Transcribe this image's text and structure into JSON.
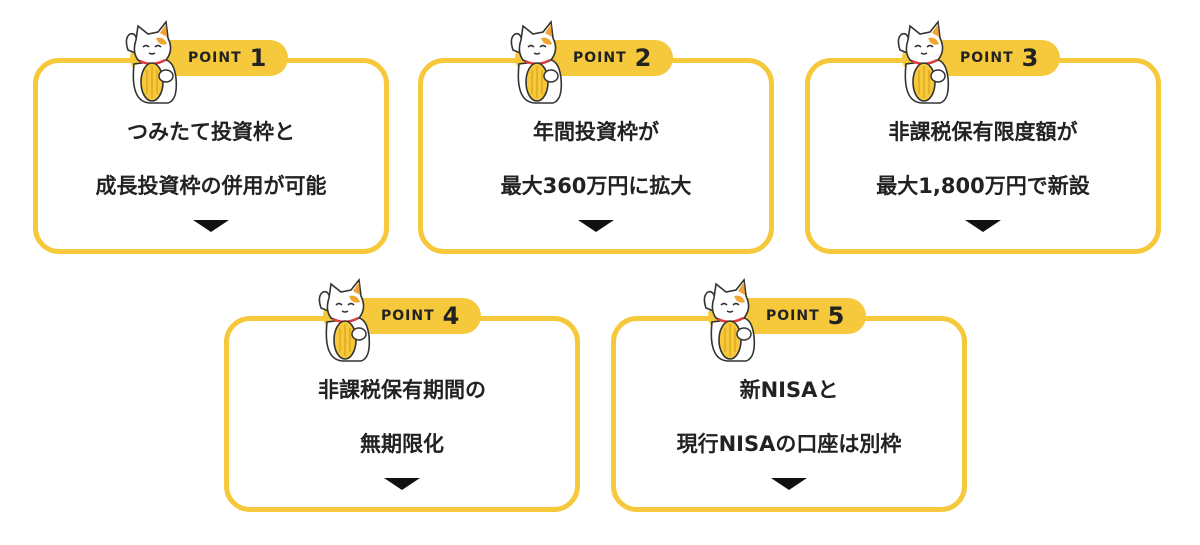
{
  "points": [
    {
      "label": "POINT",
      "number": "1",
      "line1": "つみたて投資枠と",
      "line2": "成長投資枠の併用が可能"
    },
    {
      "label": "POINT",
      "number": "2",
      "line1": "年間投資枠が",
      "line2": "最大360万円に拡大"
    },
    {
      "label": "POINT",
      "number": "3",
      "line1": "非課税保有限度額が",
      "line2": "最大1,800万円で新設"
    },
    {
      "label": "POINT",
      "number": "4",
      "line1": "非課税保有期間の",
      "line2": "無期限化"
    },
    {
      "label": "POINT",
      "number": "5",
      "line1": "新NISAと",
      "line2": "現行NISAの口座は別枠"
    }
  ],
  "colors": {
    "accent": "#f5c93b",
    "text": "#222222"
  },
  "icons": {
    "mascot": "maneki-neko-cat-icon",
    "arrow": "down-triangle-icon"
  }
}
